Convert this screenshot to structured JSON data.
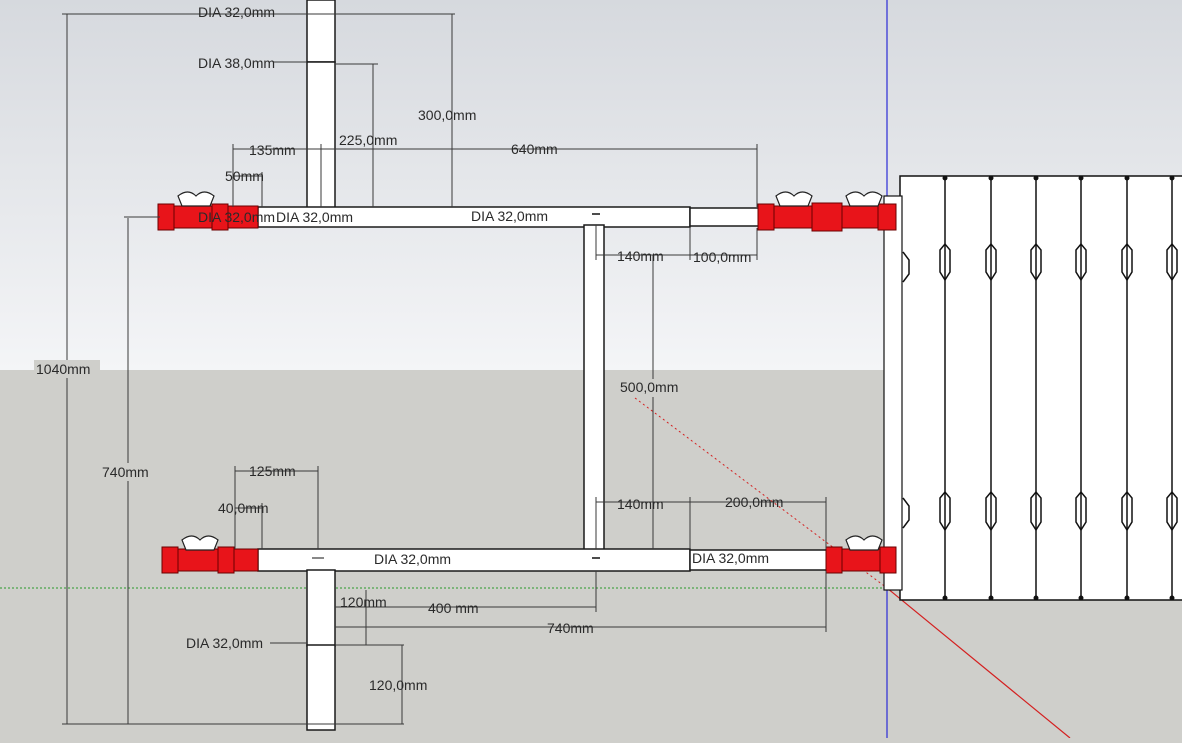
{
  "colors": {
    "sky_top": "#d8dbe0",
    "sky_bottom": "#f3f4f6",
    "ground": "#cfcfcb",
    "pipe": "#ffffff",
    "valve": "#e8141a",
    "axis_blue": "#2b2bd6",
    "axis_red": "#d42020",
    "axis_green": "#2a9a2a"
  },
  "dimensions": {
    "total_height": "1040mm",
    "inner_height": "740mm",
    "top_dia_32": "DIA 32,0mm",
    "top_dia_38": "DIA 38,0mm",
    "top_300": "300,0mm",
    "top_225": "225,0mm",
    "top_135": "135mm",
    "top_640": "640mm",
    "top_50": "50mm",
    "upper_dia_left": "DIA 32,0mm",
    "upper_dia_tee": "DIA 32,0mm",
    "upper_dia_mid": "DIA 32,0mm",
    "upper_140": "140mm",
    "upper_100": "100,0mm",
    "riser_500": "500,0mm",
    "lower_125": "125mm",
    "lower_40": "40,0mm",
    "lower_140": "140mm",
    "lower_200": "200,0mm",
    "lower_dia_mid": "DIA 32,0mm",
    "lower_dia_right": "DIA 32,0mm",
    "lower_120": "120mm",
    "lower_400": "400 mm",
    "lower_740": "740mm",
    "bottom_dia": "DIA 32,0mm",
    "bottom_120": "120,0mm"
  }
}
